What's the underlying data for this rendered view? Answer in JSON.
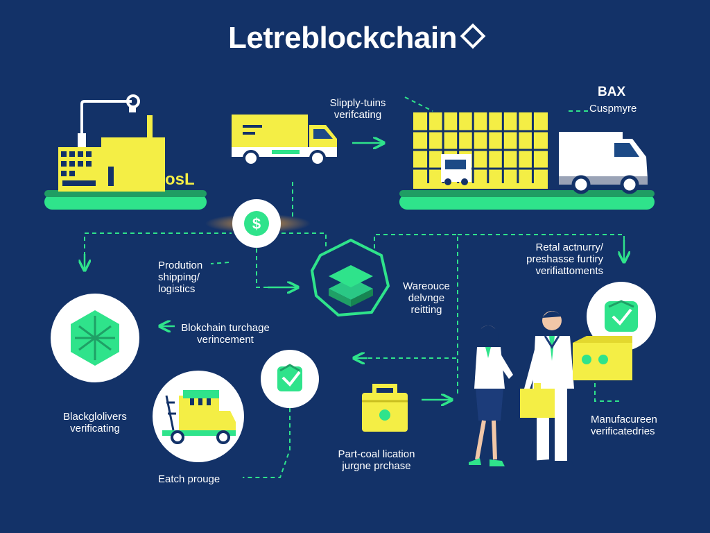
{
  "title": "Letreblockchain",
  "labels": {
    "supply": [
      "Slipply-tuins",
      "verifcating"
    ],
    "bax": "BAX",
    "cuspmyre": "Cuspmyre",
    "osl": "osL",
    "prodution": [
      "Prodution",
      "shipping/",
      "logistics"
    ],
    "retail": [
      "Retal actnurry/",
      "preshasse furtiry",
      "verifiattoments"
    ],
    "wareouce": [
      "Wareouce",
      "delvnge",
      "reitting"
    ],
    "blockchain_purchase": [
      "Blokchain turchage",
      "verincement"
    ],
    "blackglolivers": [
      "Blackglolivers",
      "verificating"
    ],
    "part_coal": [
      "Part-coal lication",
      "jurgne prchase"
    ],
    "manufacturen": [
      "Manufacureen",
      "verificatedries"
    ],
    "eatch": "Eatch prouge"
  },
  "icons": [
    "factory-icon",
    "truck-icon",
    "warehouse-icon",
    "van-icon",
    "dollar-coin-icon",
    "blockchain-stack-icon",
    "hexagon-cube-icon",
    "box-icon",
    "check-box-icon",
    "toolbox-icon",
    "delivery-truck-icon",
    "woman-icon",
    "man-icon"
  ],
  "colors": {
    "background": "#133268",
    "accent_green": "#2fe38b",
    "accent_yellow": "#f4ee45",
    "text": "#ffffff"
  }
}
